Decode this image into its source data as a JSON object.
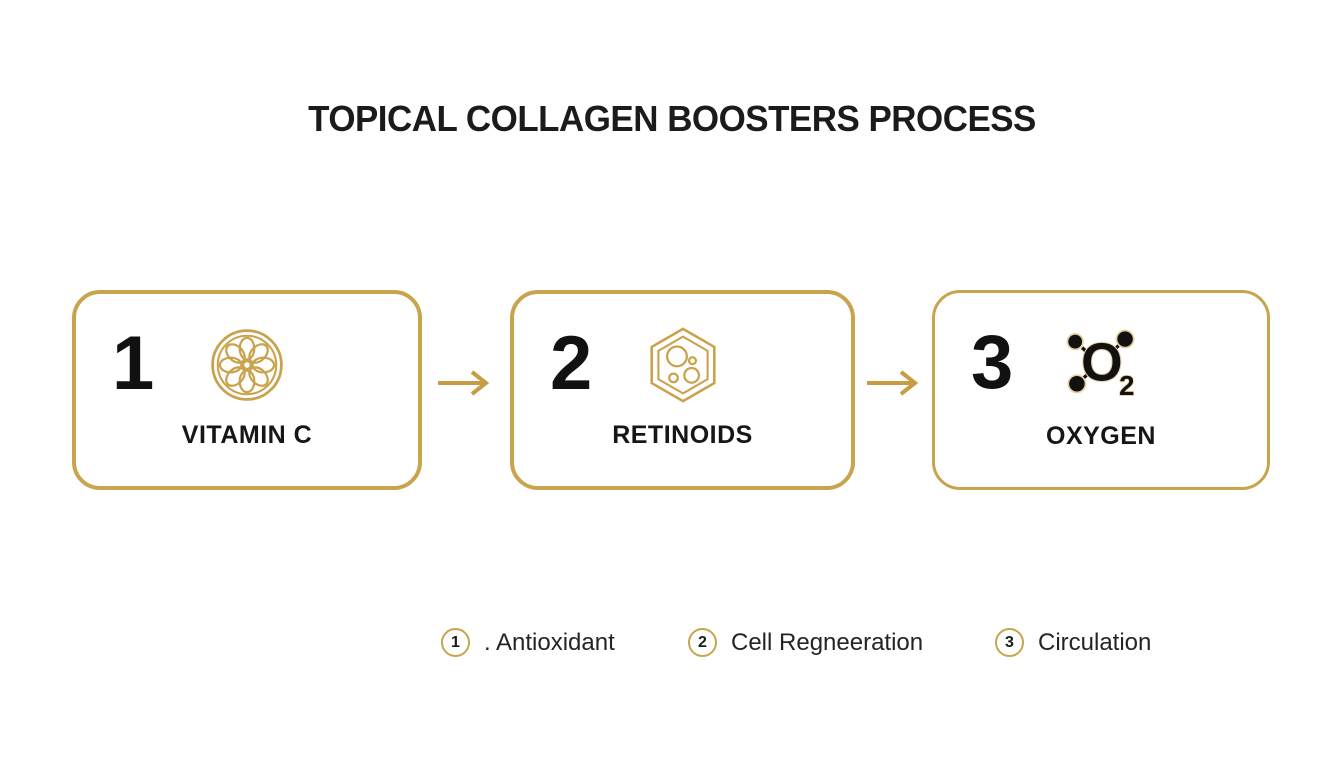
{
  "title": "TOPICAL COLLAGEN BOOSTERS PROCESS",
  "steps": [
    {
      "number": "1",
      "label": "VITAMIN C",
      "icon": "citrus-slice-icon"
    },
    {
      "number": "2",
      "label": "RETINOIDS",
      "icon": "hexagon-cells-icon"
    },
    {
      "number": "3",
      "label": "OXYGEN",
      "icon": "o2-molecule-icon",
      "icon_text": "O",
      "icon_subscript": "2"
    }
  ],
  "legend": [
    {
      "number": "1",
      "label": ". Antioxidant"
    },
    {
      "number": "2",
      "label": "Cell Regneeration"
    },
    {
      "number": "3",
      "label": "Circulation"
    }
  ],
  "colors": {
    "gold": "#C9A24B",
    "ink": "#1B1B1B",
    "halo": "#E6D1A0",
    "background": "#FFFFFF"
  }
}
